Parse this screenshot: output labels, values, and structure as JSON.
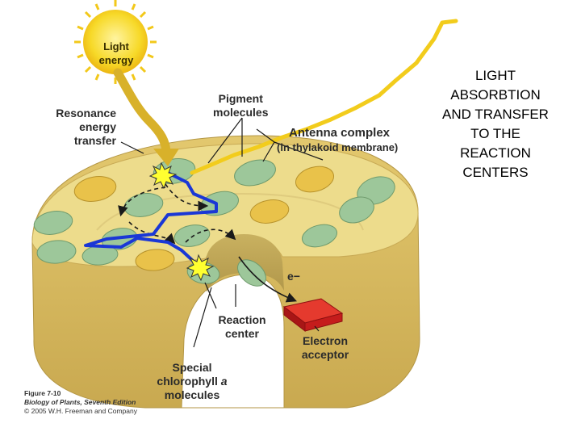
{
  "slide_title": "LIGHT\nABSORBTION\nAND TRANSFER\nTO THE\nREACTION\nCENTERS",
  "labels": {
    "light_energy": "Light\nenergy",
    "pigment_molecules": "Pigment\nmolecules",
    "resonance_energy_transfer": "Resonance\nenergy\ntransfer",
    "antenna_complex": "Antenna complex",
    "antenna_sub": "(in thylakoid membrane)",
    "electron": "e−",
    "reaction_center": "Reaction\ncenter",
    "electron_acceptor": "Electron\nacceptor",
    "special_chlorophyll_1": "Special",
    "special_chlorophyll_2": "chlorophyll ",
    "special_chlorophyll_a": "a",
    "special_chlorophyll_3": "molecules"
  },
  "caption": {
    "figure": "Figure 7-10",
    "book": "Biology of Plants, Seventh Edition",
    "copyright": "© 2005 W.H. Freeman and Company"
  },
  "colors": {
    "membrane_top": "#eddc8c",
    "membrane_side": "#d9be62",
    "green_pigment": "#9dc79a",
    "yellow_pigment": "#e9c24a",
    "light_ray": "#f2cc1c",
    "blue_path": "#1a37d6",
    "electron_acceptor": "#d91f1f"
  }
}
